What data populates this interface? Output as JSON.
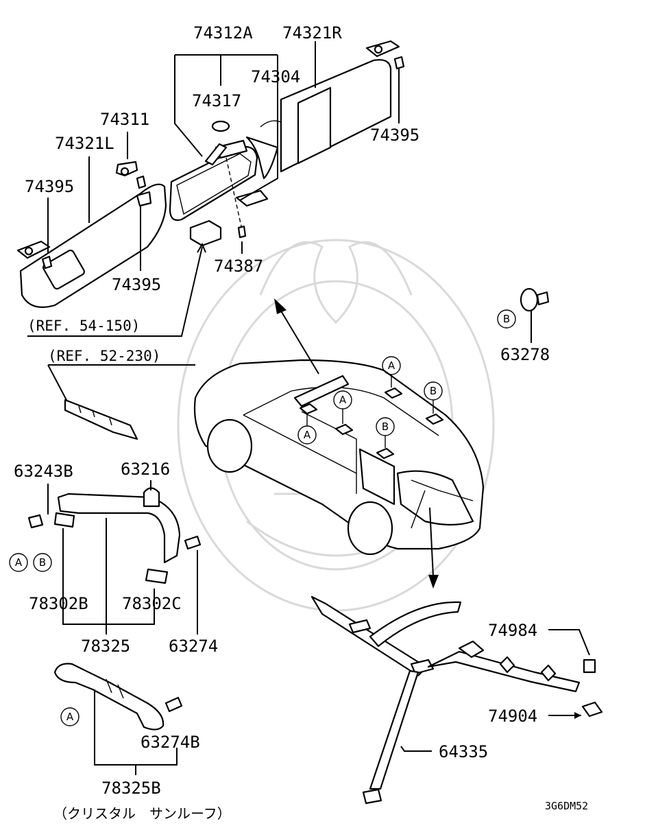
{
  "parts": {
    "p74312A": "74312A",
    "p74321R": "74321R",
    "p74304": "74304",
    "p74317": "74317",
    "p74311": "74311",
    "p74321L": "74321L",
    "p74395_left": "74395",
    "p74395_right": "74395",
    "p74395_mid": "74395",
    "p74387": "74387",
    "p63278": "63278",
    "p63243B": "63243B",
    "p63216": "63216",
    "p78302B": "78302B",
    "p78302C": "78302C",
    "p78325": "78325",
    "p63274": "63274",
    "p74984": "74984",
    "p74904": "74904",
    "p64335": "64335",
    "p63274B": "63274B",
    "p78325B": "78325B"
  },
  "references": {
    "ref_54_150": "(REF. 54-150)",
    "ref_52_230": "(REF. 52-230)"
  },
  "callouts": {
    "A": "A",
    "B": "B"
  },
  "note_jp": "（クリスタル　サンルーフ）",
  "diagram_code": "3G6DM52"
}
